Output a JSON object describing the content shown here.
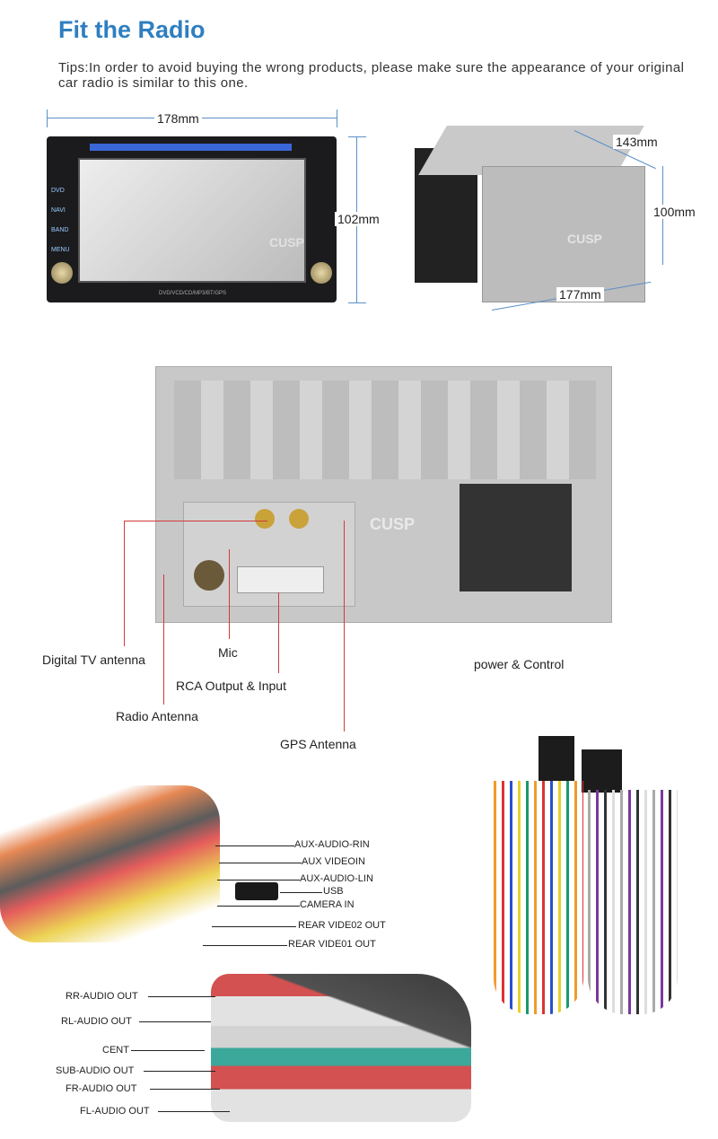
{
  "title": "Fit the Radio",
  "tips": "Tips:In order to avoid buying the wrong products, please make sure the appearance of your original car radio is similar to this one.",
  "front_unit": {
    "width": "178mm",
    "height": "102mm",
    "brand_watermark": "CUSP",
    "buttons": [
      "DVD",
      "NAVI",
      "BAND",
      "MENU"
    ],
    "footer": "DVD/VCD/CD/MP3/BT/GPS"
  },
  "back_unit": {
    "depth": "143mm",
    "height": "100mm",
    "width": "177mm"
  },
  "rear_panel": {
    "labels": {
      "digital_tv": "Digital TV antenna",
      "mic": "Mic",
      "rca": "RCA Output & Input",
      "radio": "Radio Antenna",
      "gps": "GPS Antenna",
      "power": "power & Control"
    }
  },
  "harness_a": [
    "AUX-AUDIO-RIN",
    "AUX VIDEOIN",
    "AUX-AUDIO-LIN",
    "USB",
    "CAMERA IN",
    "REAR VIDE02 OUT",
    "REAR VIDE01 OUT"
  ],
  "harness_b": [
    "RR-AUDIO OUT",
    "RL-AUDIO OUT",
    "CENT",
    "SUB-AUDIO OUT",
    "FR-AUDIO OUT",
    "FL-AUDIO OUT"
  ],
  "colors": {
    "title": "#2f7fc0",
    "callout": "#d23a3a",
    "dimension": "#5b8fc7"
  }
}
